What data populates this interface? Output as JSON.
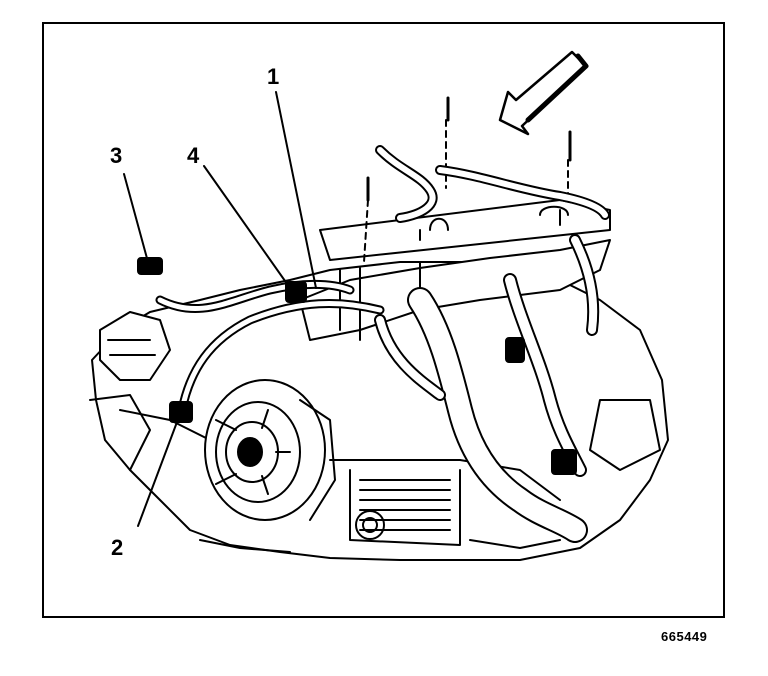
{
  "figure": {
    "callouts": [
      "1",
      "2",
      "3",
      "4"
    ],
    "figure_id": "665449"
  },
  "colors": {
    "ink": "#000000",
    "paper": "#ffffff"
  }
}
